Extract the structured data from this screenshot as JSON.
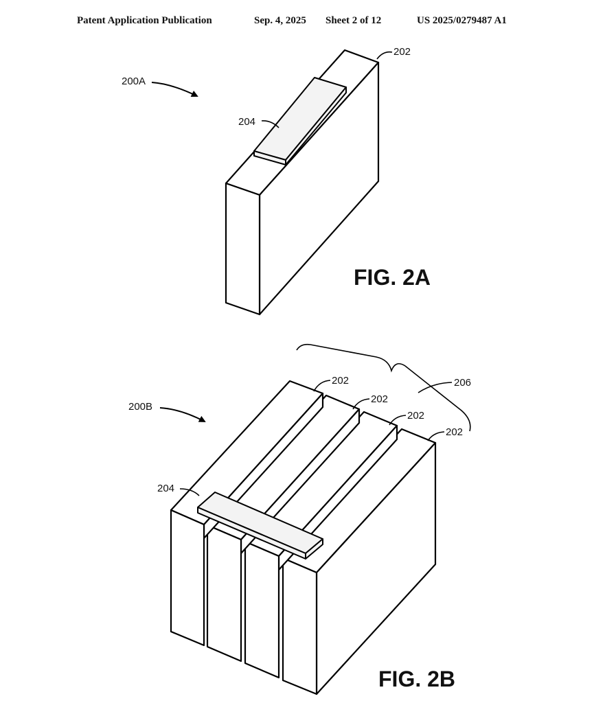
{
  "header": {
    "publication": "Patent Application Publication",
    "date": "Sep. 4, 2025",
    "sheet": "Sheet 2 of 12",
    "number": "US 2025/0279487 A1"
  },
  "fig2a": {
    "ref_assembly": "200A",
    "ref_cell": "202",
    "ref_terminal": "204",
    "caption": "FIG. 2A"
  },
  "fig2b": {
    "ref_assembly": "200B",
    "ref_cells": [
      "202",
      "202",
      "202",
      "202"
    ],
    "ref_terminal": "204",
    "ref_group": "206",
    "caption": "FIG. 2B"
  }
}
